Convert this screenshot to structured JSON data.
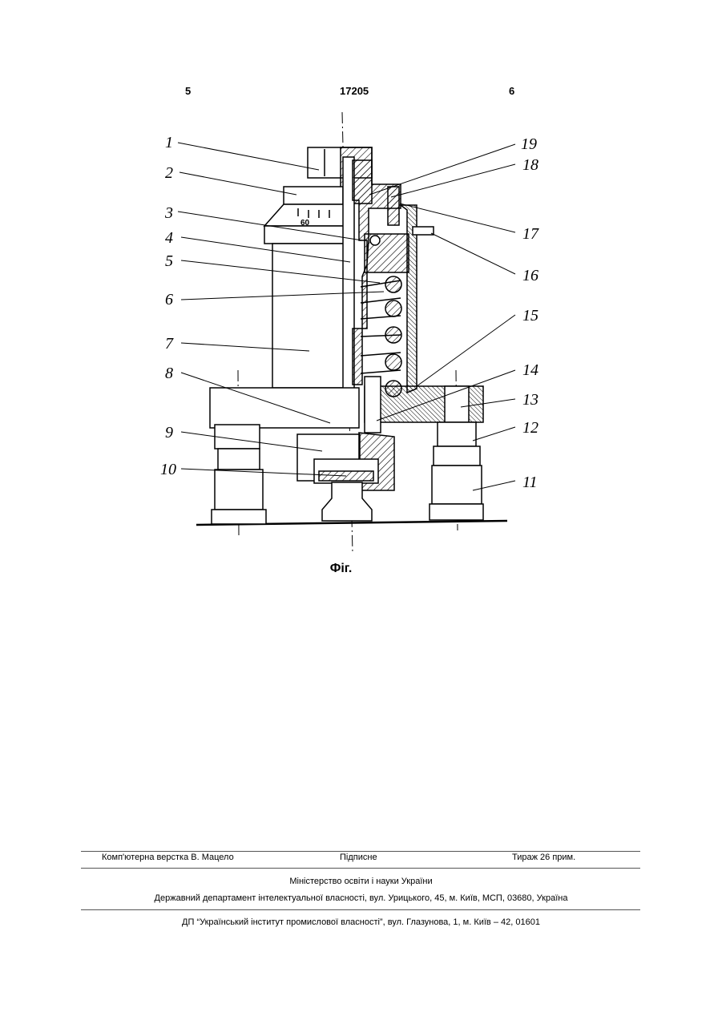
{
  "header": {
    "page_left": "5",
    "patent_number": "17205",
    "page_right": "6"
  },
  "figure": {
    "caption": "Фіг.",
    "scale_text": "60",
    "labels": [
      "1",
      "2",
      "3",
      "4",
      "5",
      "6",
      "7",
      "8",
      "9",
      "10",
      "11",
      "12",
      "13",
      "14",
      "15",
      "16",
      "17",
      "18",
      "19"
    ]
  },
  "footer": {
    "layout": "Комп'ютерна верстка В. Мацело",
    "signed": "Підписне",
    "circulation": "Тираж 26 прим.",
    "ministry": "Міністерство освіти і науки України",
    "department": "Державний департамент інтелектуальної власності, вул. Урицького, 45, м. Київ, МСП, 03680, Україна",
    "institute": "ДП “Український інститут промислової власності”, вул. Глазунова, 1, м. Київ – 42, 01601"
  }
}
